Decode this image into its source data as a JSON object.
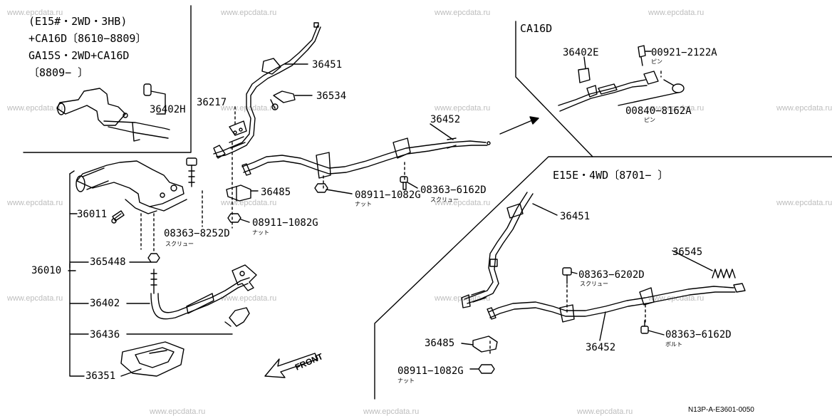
{
  "watermarks": [
    "www.epcdata.ru",
    "www.epcdata.ru",
    "www.epcdata.ru",
    "www.epcdata.ru",
    "www.epcdata.ru",
    "www.epcdata.ru",
    "www.epcdata.ru",
    "www.epcdata.ru",
    "www.epcdata.ru",
    "www.epcdata.ru",
    "www.epcdata.ru",
    "www.epcdata.ru",
    "www.epcdata.ru",
    "www.epcdata.ru",
    "www.epcdata.ru",
    "www.epcdata.ru",
    "www.epcdata.ru",
    "www.epcdata.ru",
    "www.epcdata.ru",
    "www.epcdata.ru"
  ],
  "inset_top_left": {
    "line1": "(E15#・2WD・3HB)",
    "line2": "+CA16D〔8610−8809〕",
    "line3": "GA15S・2WD+CA16D",
    "line4": "〔8809−      〕",
    "part": "36402H"
  },
  "inset_ca16d": {
    "title": "CA16D",
    "parts": {
      "p36402E": "36402E",
      "pin1": "00921−2122A",
      "pin1_sub": "ピン",
      "pin2": "00840−8162A",
      "pin2_sub": "ピン"
    }
  },
  "inset_e15e": {
    "title": "E15E・4WD〔8701−      〕",
    "parts": {
      "p36451": "36451",
      "p36545": "36545",
      "screw": "08363−6202D",
      "screw_sub": "スクリュー",
      "bolt": "08363−6162D",
      "bolt_sub": "ボルト",
      "p36452": "36452",
      "p36485": "36485",
      "nut": "08911−1082G",
      "nut_sub": "ナット"
    }
  },
  "main": {
    "p36010": "36010",
    "p36011": "36011",
    "p365448": "365448",
    "p36402": "36402",
    "p36436": "36436",
    "p36351": "36351",
    "screw1": "08363−8252D",
    "screw1_sub": "スクリュー",
    "p36217": "36217",
    "p36451": "36451",
    "p36534": "36534",
    "p36452": "36452",
    "p36485": "36485",
    "nut1": "08911−1082G",
    "nut1_sub": "ナット",
    "nut2": "08911−1082G",
    "nut2_sub": "ナット",
    "screw2": "08363−6162D",
    "screw2_sub": "スクリュー",
    "front": "FRONT"
  },
  "diagram_code": "N13P-A-E3601-0050"
}
